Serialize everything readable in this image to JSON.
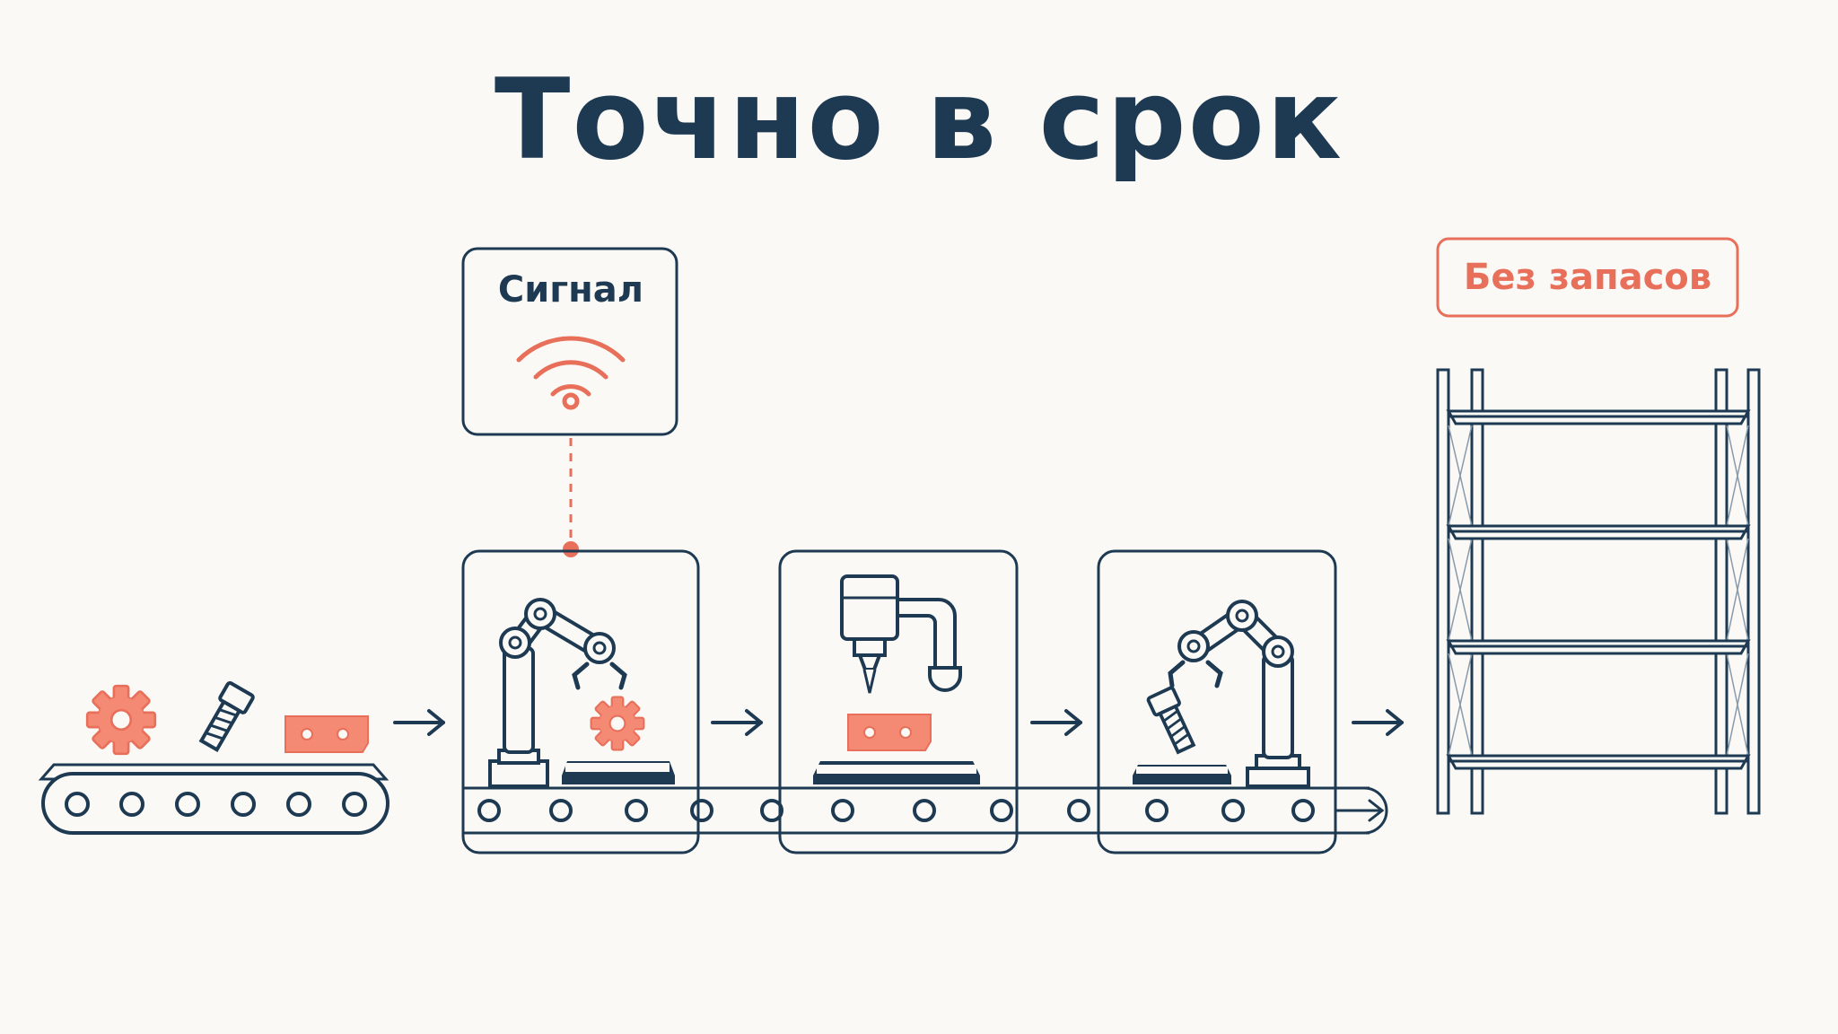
{
  "diagram": {
    "title": "Точно в срок",
    "signal_label": "Сигнал",
    "no_stock_label": "Без запасов"
  },
  "colors": {
    "ink": "#1e3a52",
    "accent": "#e8705a",
    "accent_fill": "#f48a74",
    "background": "#faf9f6"
  }
}
